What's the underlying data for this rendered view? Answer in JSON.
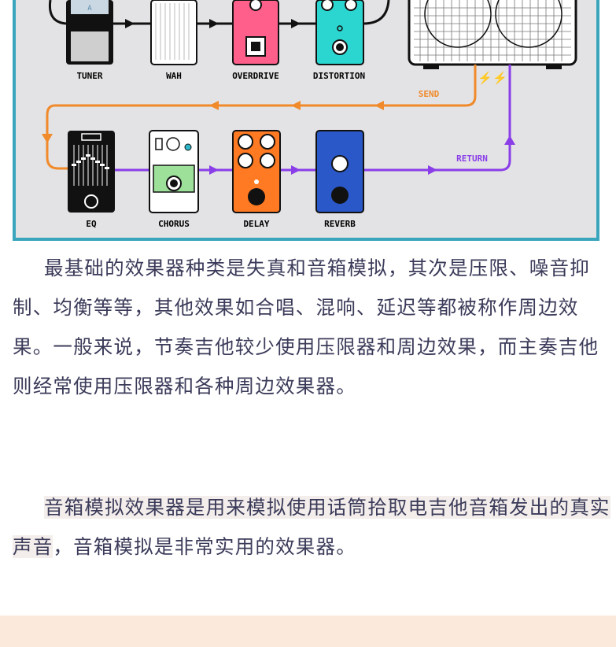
{
  "diagram": {
    "pedals_top": [
      "TUNER",
      "WAH",
      "OVERDRIVE",
      "DISTORTION"
    ],
    "pedals_bottom": [
      "EQ",
      "CHORUS",
      "DELAY",
      "REVERB"
    ],
    "send_label": "SEND",
    "return_label": "RETURN",
    "tuner_note": "A",
    "colors": {
      "background": "#e3e3e5",
      "border": "#3aa6bd",
      "send_path": "#f08a2b",
      "return_path": "#8a3ee8",
      "overdrive": "#ff5f8a",
      "distortion": "#2cd6d0",
      "chorus": "#9de09a",
      "delay": "#ff7a22",
      "reverb": "#2b58c8"
    }
  },
  "paragraph1": "最基础的效果器种类是失真和音箱模拟，其次是压限、噪音抑制、均衡等等，其他效果如合唱、混响、延迟等都被称作周边效果。一般来说，节奏吉他较少使用压限器和周边效果，而主奏吉他则经常使用压限器和各种周边效果器。",
  "paragraph2_highlight": "音箱模拟效果器是用来模拟使用话筒拾取电吉他音箱发出的真实声音",
  "paragraph2_rest": "，音箱模拟是非常实用的效果器。"
}
